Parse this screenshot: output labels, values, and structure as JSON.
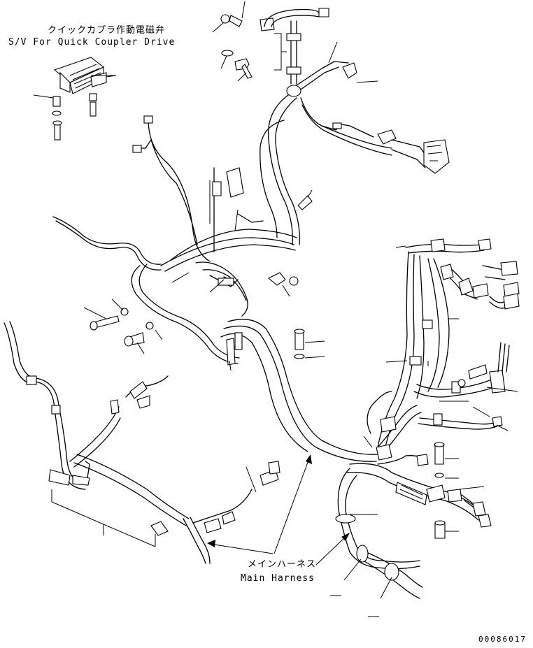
{
  "labels": {
    "quick_coupler_jp": "クイックカプラ作動電磁弁",
    "quick_coupler_en": "S/V For Quick Coupler Drive",
    "main_harness_jp": "メインハーネス",
    "main_harness_en": "Main Harness",
    "figure_number": "00086017"
  }
}
